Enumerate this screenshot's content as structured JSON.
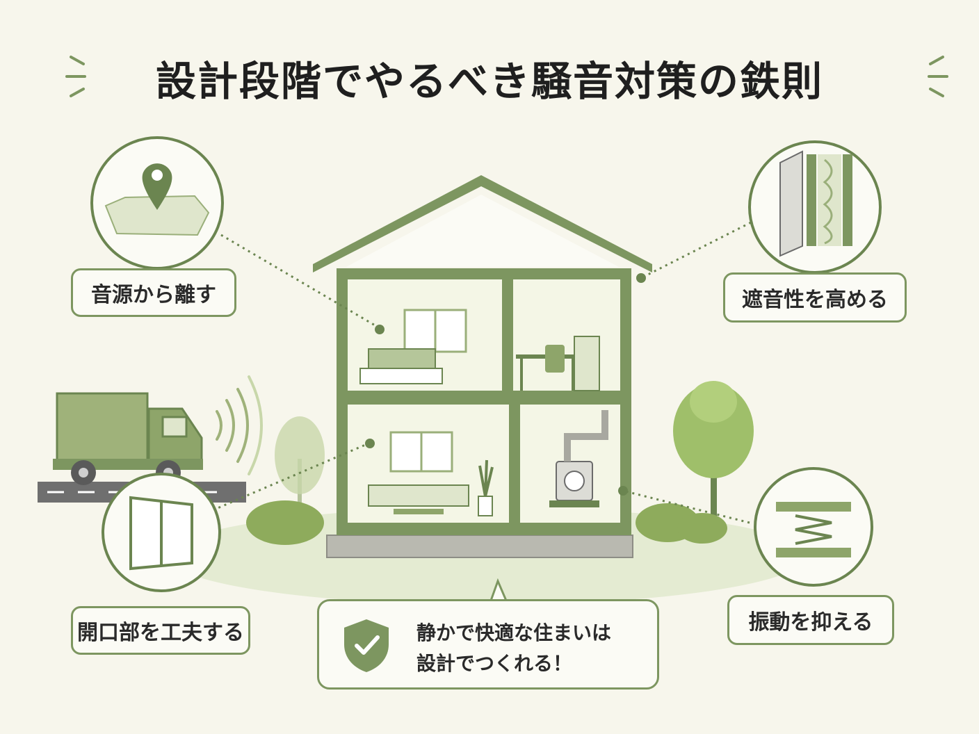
{
  "title": "設計段階でやるべき騒音対策の鉄則",
  "labels": {
    "source": "音源から離す",
    "insulation": "遮音性を高める",
    "openings": "開口部を工夫する",
    "vibration": "振動を抑える"
  },
  "message": {
    "line1": "静かで快適な住まいは",
    "line2": "設計でつくれる！"
  },
  "colors": {
    "accent": "#7d9660",
    "dark_green": "#6b8550",
    "light_green": "#c8d7aa",
    "background": "#f7f6ec"
  },
  "icons": [
    "map-pin-icon",
    "wall-layer-icon",
    "window-icon",
    "spring-damper-icon",
    "shield-check-icon",
    "truck-icon",
    "sound-wave-icon"
  ]
}
